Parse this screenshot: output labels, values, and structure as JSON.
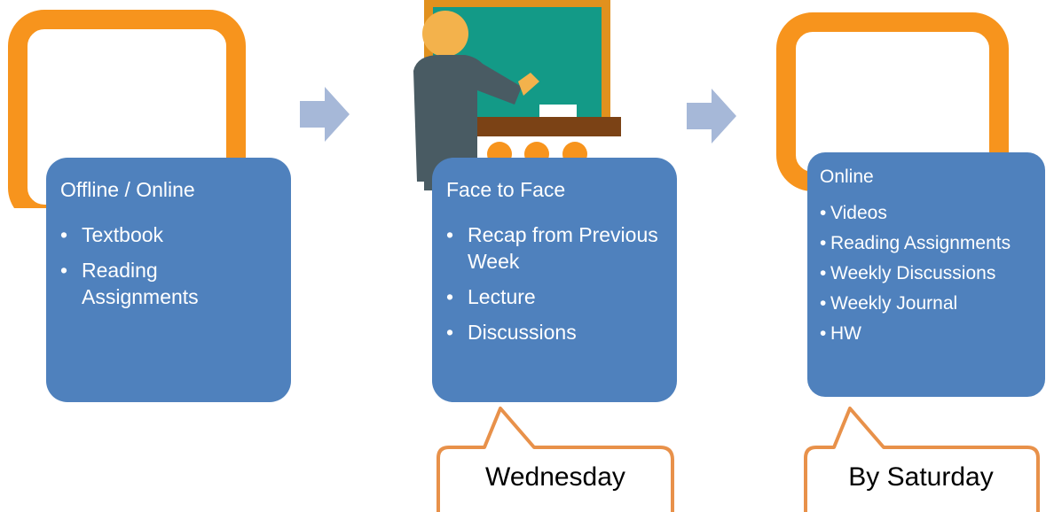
{
  "columns": [
    {
      "heading": "Offline / Online",
      "items": [
        "Textbook",
        "Reading Assignments"
      ]
    },
    {
      "heading": "Face to Face",
      "items": [
        "Recap from Previous Week",
        "Lecture",
        "Discussions"
      ],
      "callout": "Wednesday"
    },
    {
      "heading": "Online",
      "items": [
        "Videos",
        "Reading Assignments",
        "Weekly Discussions",
        "Weekly Journal",
        "HW"
      ],
      "callout": "By Saturday"
    }
  ],
  "colors": {
    "card_blue": "#4f81bd",
    "frame_orange": "#f7941d",
    "arrow_blue": "#a6b8d8",
    "callout_orange": "#e8914a",
    "board_green": "#139a87",
    "board_frame": "#e1911e",
    "teacher_skin": "#f3b24c",
    "teacher_suit": "#495b63",
    "desk_brown": "#7b4215"
  },
  "icons": {
    "left": "monitor-frame-icon",
    "middle": "teacher-at-blackboard-icon",
    "right": "monitor-frame-icon",
    "arrows": "right-arrow-icon"
  }
}
